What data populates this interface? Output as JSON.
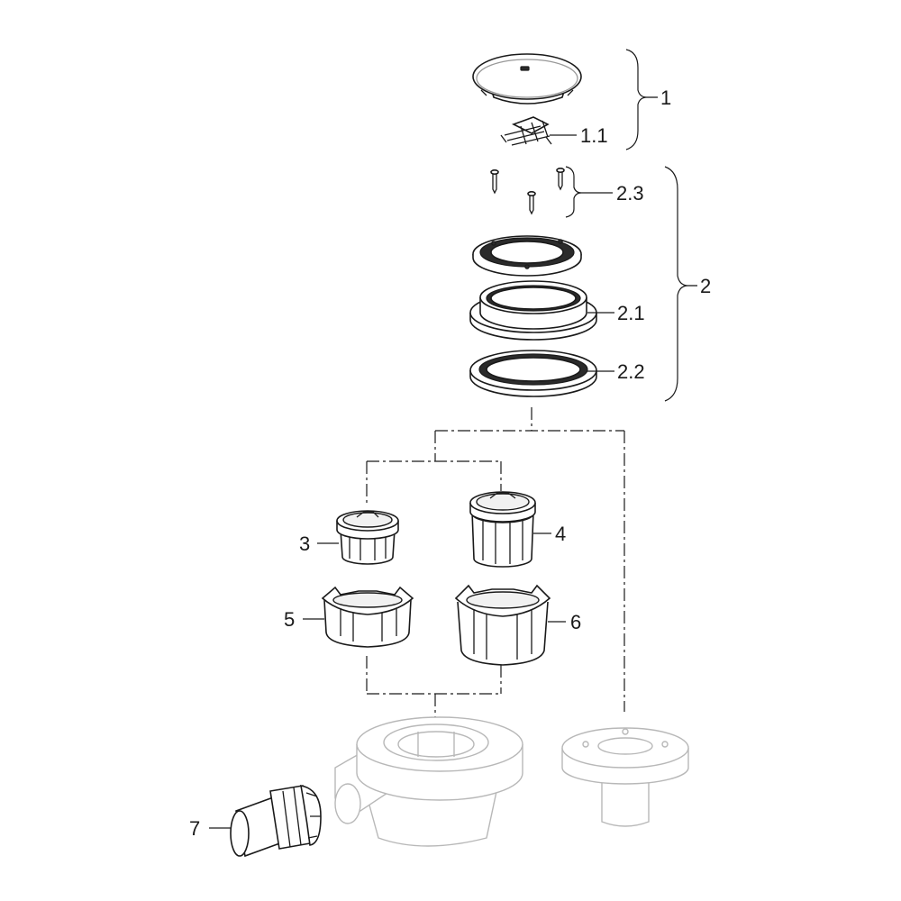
{
  "diagram": {
    "labels": {
      "l1": "1",
      "l1_1": "1.1",
      "l2": "2",
      "l2_1": "2.1",
      "l2_2": "2.2",
      "l2_3": "2.3",
      "l3": "3",
      "l4": "4",
      "l5": "5",
      "l6": "6",
      "l7": "7"
    }
  }
}
